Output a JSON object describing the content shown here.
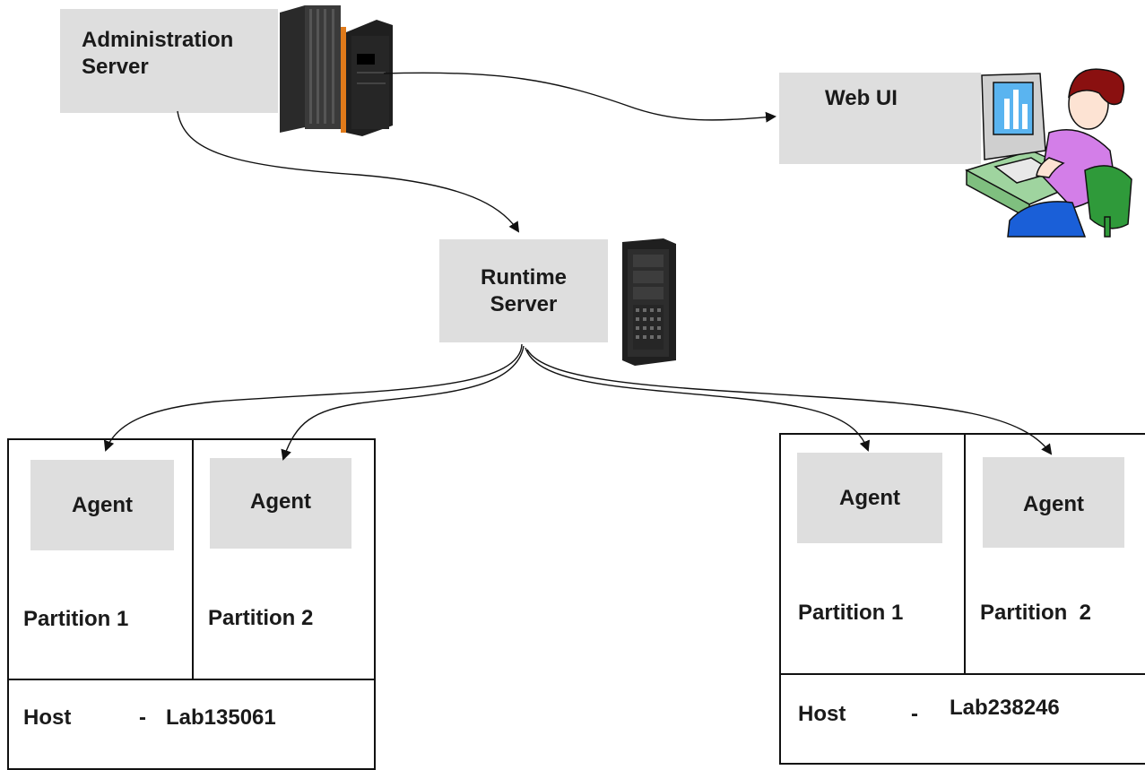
{
  "admin": {
    "label": "Administration\nServer",
    "icon": "mainframe-server-icon"
  },
  "webui": {
    "label": "Web UI",
    "icon": "user-at-computer-icon"
  },
  "runtime": {
    "label": "Runtime\nServer",
    "icon": "tower-server-icon"
  },
  "host_left": {
    "agent1": "Agent",
    "agent2": "Agent",
    "partition1": "Partition 1",
    "partition2": "Partition 2",
    "host_text": "Host",
    "dash": "-",
    "host_name": "Lab135061"
  },
  "host_right": {
    "agent1": "Agent",
    "agent2": "Agent",
    "partition1": "Partition 1",
    "partition2": "Partition  2",
    "host_text": "Host",
    "dash": "-",
    "host_name": "Lab238246"
  },
  "colors": {
    "box_fill": "#dedede",
    "line": "#111111",
    "server_accent": "#e07a1a"
  }
}
